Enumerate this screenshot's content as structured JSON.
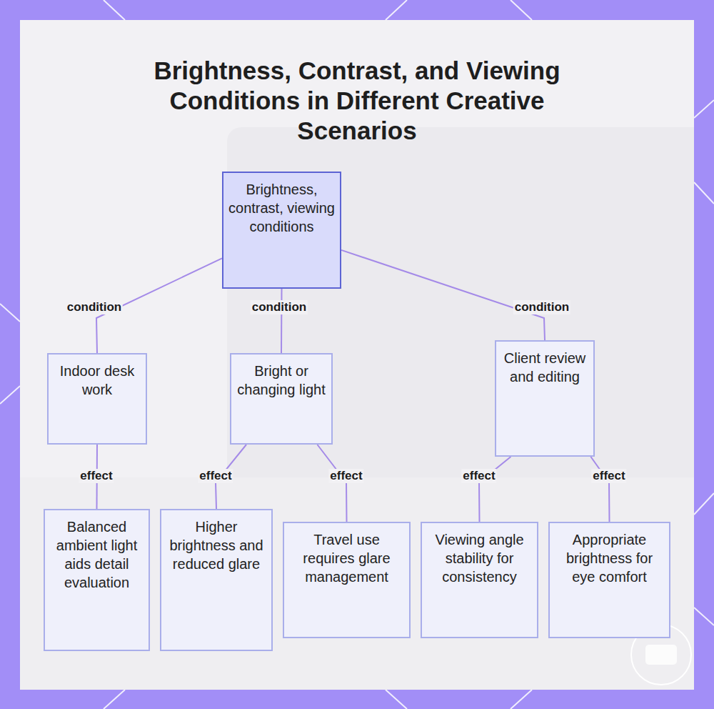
{
  "diagram": {
    "title": "Brightness, Contrast, and Viewing Conditions in Different Creative Scenarios",
    "nodes": [
      {
        "text": [
          "Brightness, contrast, viewing conditions"
        ]
      },
      {
        "text": [
          "Indoor desk work"
        ]
      },
      {
        "text": [
          "Bright or changing light"
        ]
      },
      {
        "text": [
          "Client review and editing"
        ]
      },
      {
        "text": [
          "Balanced ambient light aids detail evaluation"
        ]
      },
      {
        "text": [
          "Higher brightness and reduced glare"
        ]
      },
      {
        "text": [
          "Travel use requires glare management"
        ]
      },
      {
        "text": [
          "Viewing angle stability for consistency"
        ]
      },
      {
        "text": [
          "Appropriate brightness for eye comfort"
        ]
      }
    ],
    "edges": [
      {
        "from": 0,
        "to": 1,
        "label": "condition",
        "arrow": "none"
      },
      {
        "from": 0,
        "to": 2,
        "label": "condition",
        "arrow": "none"
      },
      {
        "from": 0,
        "to": 3,
        "label": "condition",
        "arrow": "none"
      },
      {
        "from": 1,
        "to": 4,
        "label": "effect",
        "arrow": "none"
      },
      {
        "from": 2,
        "to": 5,
        "label": "effect",
        "arrow": "none"
      },
      {
        "from": 2,
        "to": 6,
        "label": "effect",
        "arrow": "none"
      },
      {
        "from": 3,
        "to": 7,
        "label": "effect",
        "arrow": "none"
      },
      {
        "from": 3,
        "to": 8,
        "label": "effect",
        "arrow": "none"
      }
    ]
  }
}
